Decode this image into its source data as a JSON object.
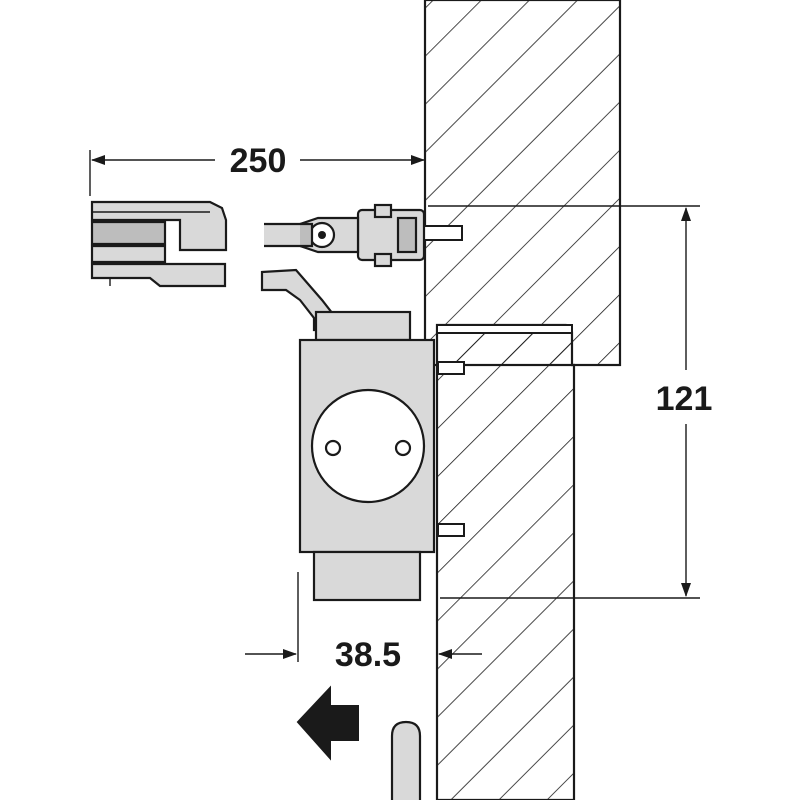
{
  "dimensions": {
    "arm_length": "250",
    "height": "121",
    "projection": "38.5"
  },
  "colors": {
    "line": "#1a1a1a",
    "part_fill": "#d9d9d9",
    "part_dark": "#bdbdbd",
    "background": "#ffffff"
  },
  "icons": {
    "direction": "arrow-left-icon"
  }
}
